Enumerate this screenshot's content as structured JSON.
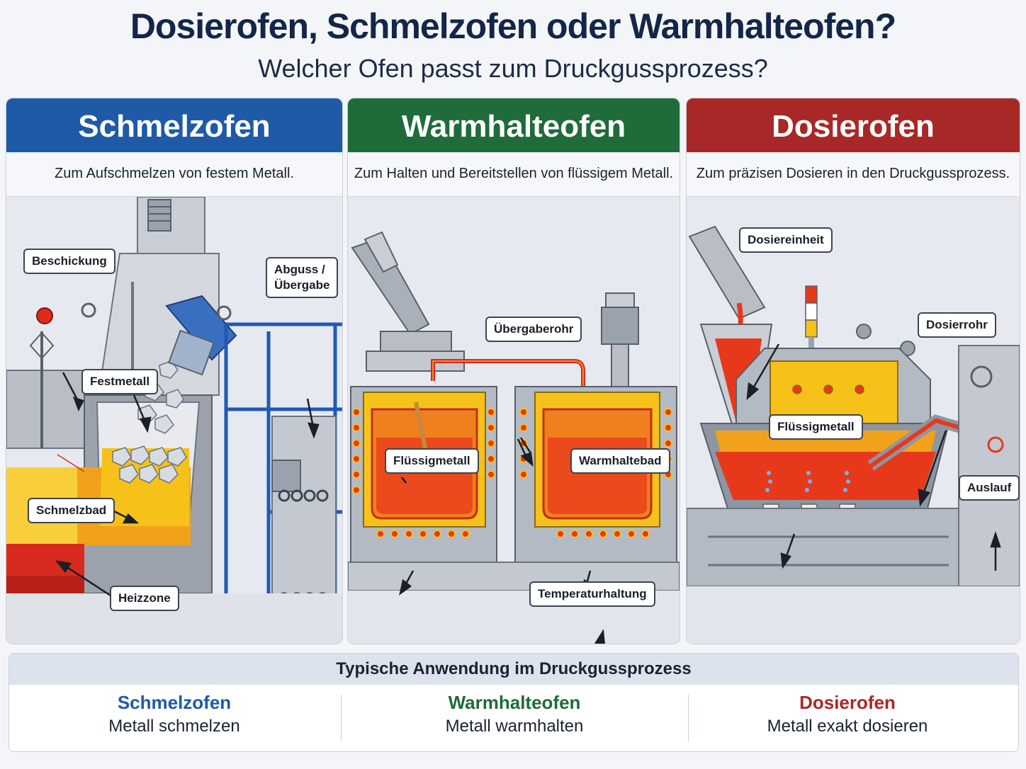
{
  "title": "Dosierofen, Schmelzofen oder Warmhalteofen?",
  "subtitle": "Welcher Ofen passt zum Druckgussprozess?",
  "colors": {
    "blue": "#1f5aa6",
    "green": "#1f6b3a",
    "red": "#a82828",
    "molten": "#e8381c",
    "yellow": "#f6c21a"
  },
  "panels": [
    {
      "title": "Schmelzofen",
      "description": "Zum Aufschmelzen von festem Metall.",
      "labels": {
        "charging": "Beschickung",
        "pour": "Abguss /\nÜbergabe",
        "solid": "Festmetall",
        "bath": "Schmelzbad",
        "heat": "Heizzone"
      }
    },
    {
      "title": "Warmhalteofen",
      "description": "Zum Halten und Bereitstellen von flüssigem Metall.",
      "labels": {
        "pipe": "Übergaberohr",
        "liquid": "Flüssigmetall",
        "bath": "Warmhaltebad",
        "temp": "Temperaturhaltung"
      }
    },
    {
      "title": "Dosierofen",
      "description": "Zum präzisen Dosieren in den Druckgussprozess.",
      "labels": {
        "unit": "Dosiereinheit",
        "tube": "Dosierrohr",
        "liquid": "Flüssigmetall",
        "outlet": "Auslauf"
      }
    }
  ],
  "summary": {
    "heading": "Typische Anwendung im Druckgussprozess",
    "items": [
      {
        "name": "Schmelzofen",
        "text": "Metall schmelzen"
      },
      {
        "name": "Warmhalteofen",
        "text": "Metall warmhalten"
      },
      {
        "name": "Dosierofen",
        "text": "Metall exakt dosieren"
      }
    ]
  }
}
